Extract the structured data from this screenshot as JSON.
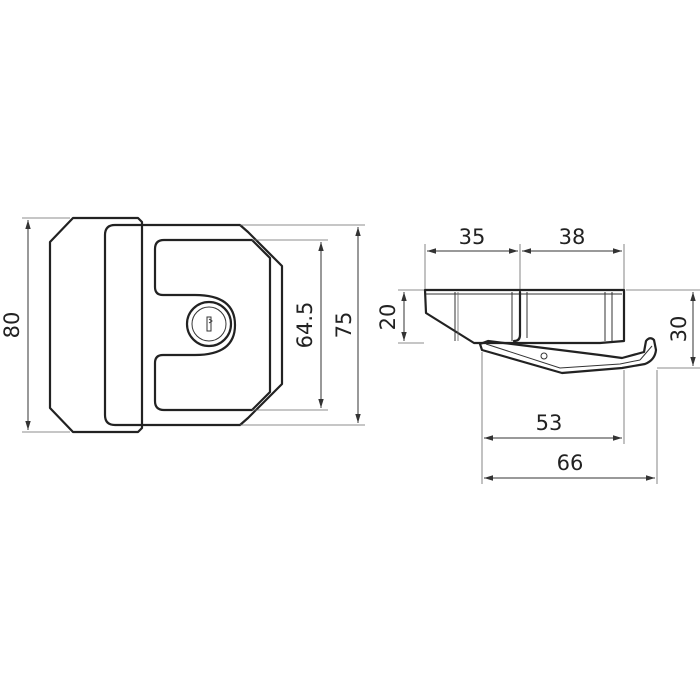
{
  "dimensions": {
    "front_total_height": "80",
    "front_body_height": "75",
    "front_cutout_height": "64.5",
    "side_top_left_width": "35",
    "side_top_right_width": "38",
    "side_left_height": "20",
    "side_right_height": "30",
    "side_bottom_inner_width": "53",
    "side_bottom_outer_width": "66"
  },
  "colors": {
    "line": "#222222",
    "background": "#ffffff"
  }
}
